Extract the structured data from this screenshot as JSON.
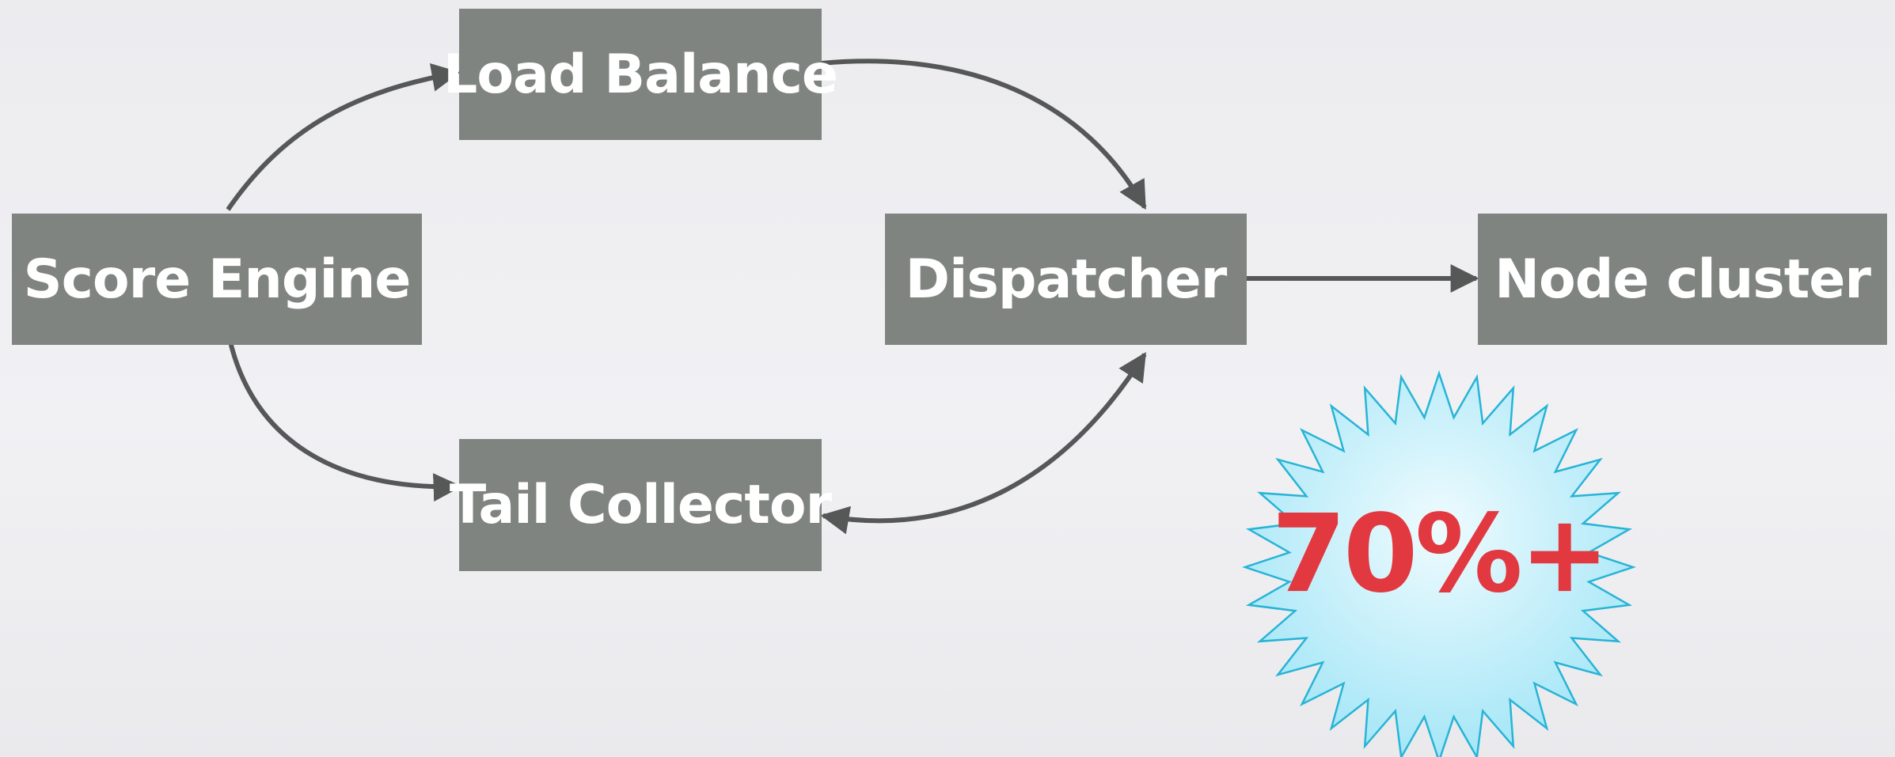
{
  "diagram": {
    "nodes": {
      "score_engine": "Score Engine",
      "load_balance": "Load Balance",
      "tail_collector": "Tail Collector",
      "dispatcher": "Dispatcher",
      "node_cluster": "Node cluster"
    },
    "edges": [
      {
        "from": "Score Engine",
        "to": "Load Balance"
      },
      {
        "from": "Score Engine",
        "to": "Tail Collector"
      },
      {
        "from": "Load Balance",
        "to": "Dispatcher"
      },
      {
        "from": "Dispatcher",
        "to": "Tail Collector",
        "bidirectional": true
      },
      {
        "from": "Dispatcher",
        "to": "Node cluster"
      }
    ],
    "badge": {
      "text": "70%+",
      "icon": "starburst-badge-icon"
    }
  },
  "colors": {
    "node_fill": "#808481",
    "node_text": "#ffffff",
    "edge": "#555857",
    "badge_fill_top": "#e6f8fd",
    "badge_fill_bottom": "#a9e8f8",
    "badge_stroke": "#27b4d6",
    "badge_text": "#e2383f"
  }
}
